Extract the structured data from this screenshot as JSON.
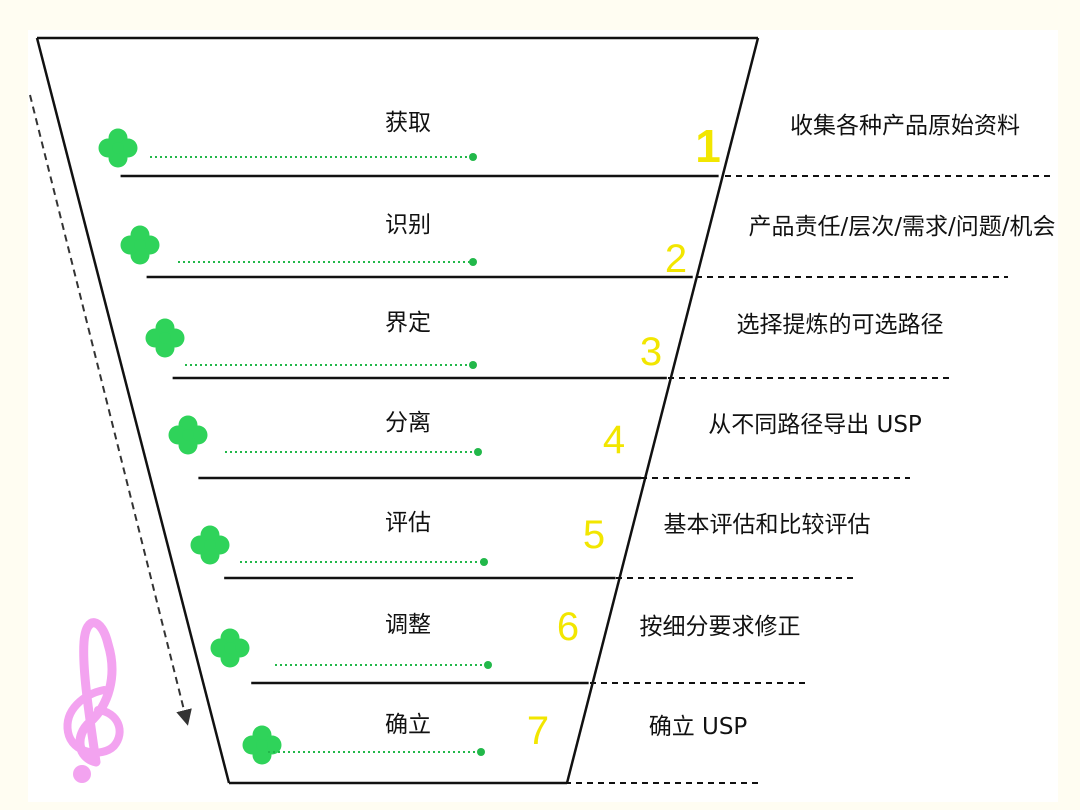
{
  "stages": [
    {
      "number": "1",
      "label": "获取",
      "description": "收集各种产品原始资料"
    },
    {
      "number": "2",
      "label": "识别",
      "description": "产品责任/层次/需求/问题/机会"
    },
    {
      "number": "3",
      "label": "界定",
      "description": "选择提炼的可选路径"
    },
    {
      "number": "4",
      "label": "分离",
      "description": "从不同路径导出 USP"
    },
    {
      "number": "5",
      "label": "评估",
      "description": "基本评估和比较评估"
    },
    {
      "number": "6",
      "label": "调整",
      "description": "按细分要求修正"
    },
    {
      "number": "7",
      "label": "确立",
      "description": "确立 USP"
    }
  ],
  "colors": {
    "background": "#fffdf2",
    "panel": "#ffffff",
    "line": "#111111",
    "number": "#f2e600",
    "clover": "#2fd35a",
    "dots": "#22b84a",
    "treble_clef": "#f3a3f0"
  },
  "icons": {
    "stage_marker": "clover-icon",
    "decoration": "treble-clef-icon",
    "flow": "dashed-arrow-icon"
  }
}
